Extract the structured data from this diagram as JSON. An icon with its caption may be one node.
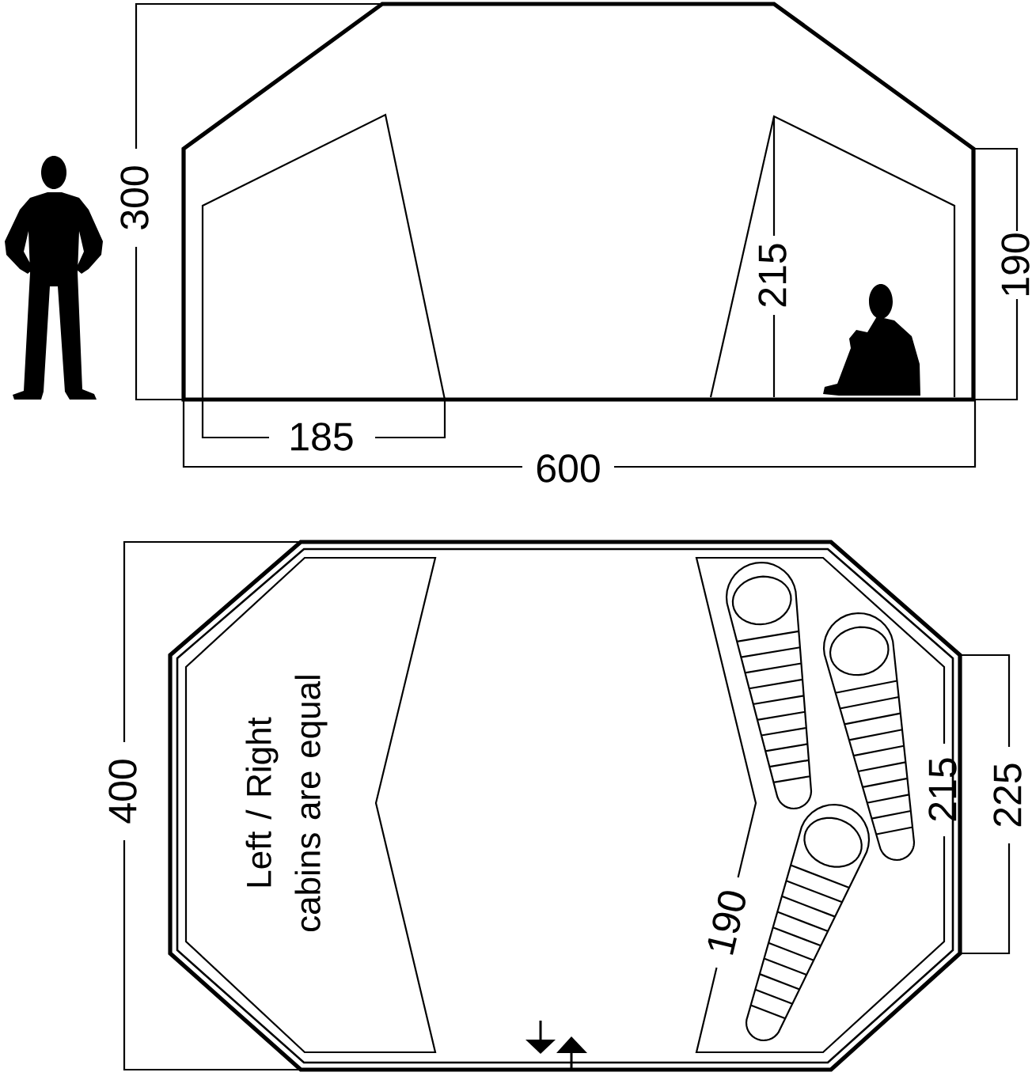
{
  "diagram": {
    "labels": [
      "300",
      "215",
      "190",
      "185",
      "600",
      "400",
      "Left / Right cabins are equal",
      "215",
      "225",
      "190"
    ]
  }
}
